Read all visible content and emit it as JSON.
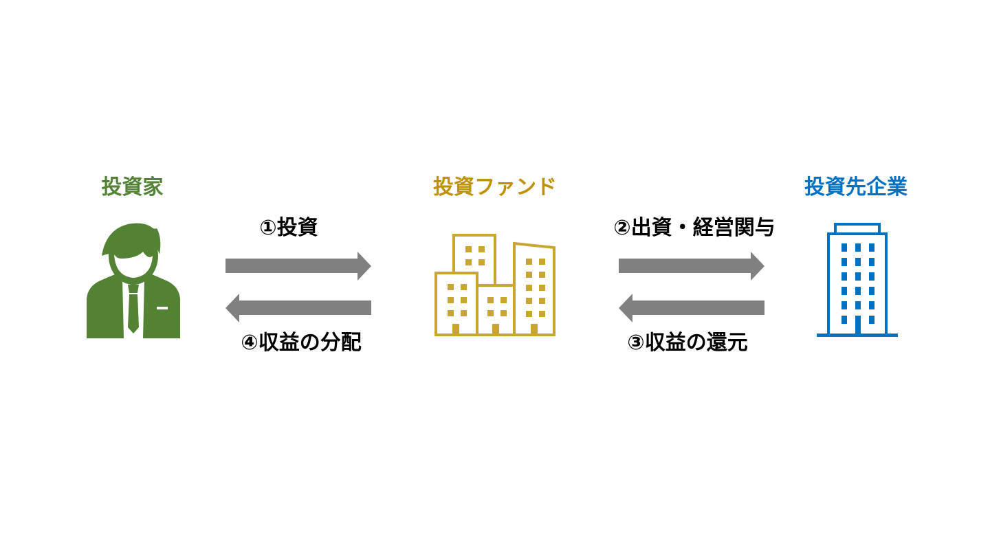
{
  "diagram": {
    "colors": {
      "investor": "#548235",
      "fund_title": "#BF9000",
      "fund_icon": "#C9A632",
      "company": "#0070C0",
      "arrow": "#808080",
      "label": "#000000",
      "background": "#FFFFFF"
    },
    "nodes": [
      {
        "id": "investor",
        "title": "投資家",
        "icon": "businessman-icon"
      },
      {
        "id": "fund",
        "title": "投資ファンド",
        "icon": "city-buildings-icon"
      },
      {
        "id": "company",
        "title": "投資先企業",
        "icon": "office-building-icon"
      }
    ],
    "flows": [
      {
        "step": 1,
        "label": "①投資",
        "from": "投資家",
        "to": "投資ファンド",
        "direction": "right"
      },
      {
        "step": 2,
        "label": "②出資・経営関与",
        "from": "投資ファンド",
        "to": "投資先企業",
        "direction": "right"
      },
      {
        "step": 3,
        "label": "③収益の還元",
        "from": "投資先企業",
        "to": "投資ファンド",
        "direction": "left"
      },
      {
        "step": 4,
        "label": "④収益の分配",
        "from": "投資ファンド",
        "to": "投資家",
        "direction": "left"
      }
    ]
  }
}
